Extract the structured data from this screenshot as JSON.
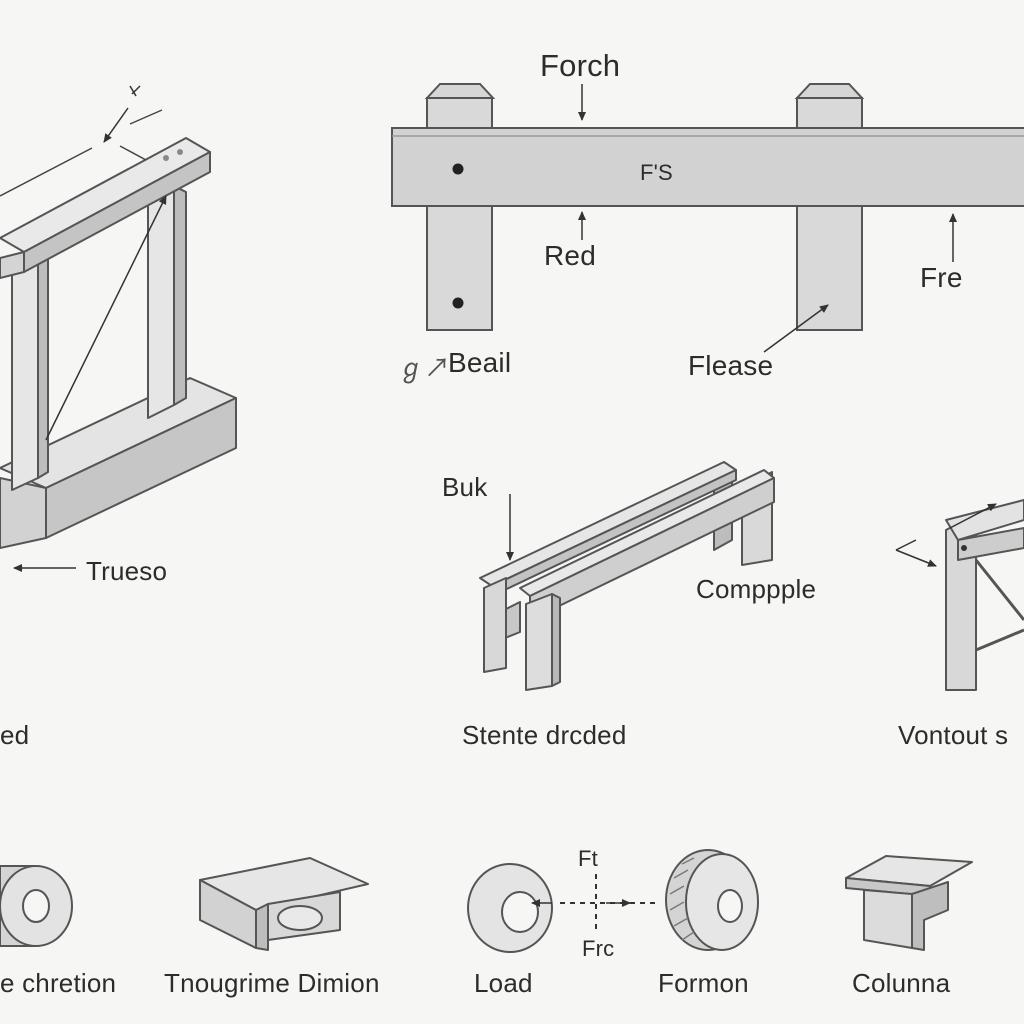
{
  "labels": {
    "top_force": "Forch",
    "beam_center": "F'S",
    "under_beam": "Red",
    "right_arrow": "Fre",
    "left_post": "Beail",
    "left_post_mark": "ℊ↗",
    "right_post": "Flease",
    "frame_arrow": "Trueso",
    "frame_caption": "ed",
    "bench_top": "Buk",
    "bench_right": "Comppple",
    "bench_caption": "Stente drcded",
    "truss_caption": "Vontout s",
    "icon1_caption": "e chretion",
    "icon2_caption": "Tnougrime Dimion",
    "icon3_caption": "Load",
    "icon3_top": "Ft",
    "icon3_bottom": "Frc",
    "icon4_caption": "Formon",
    "icon5_caption": "Colunna"
  }
}
